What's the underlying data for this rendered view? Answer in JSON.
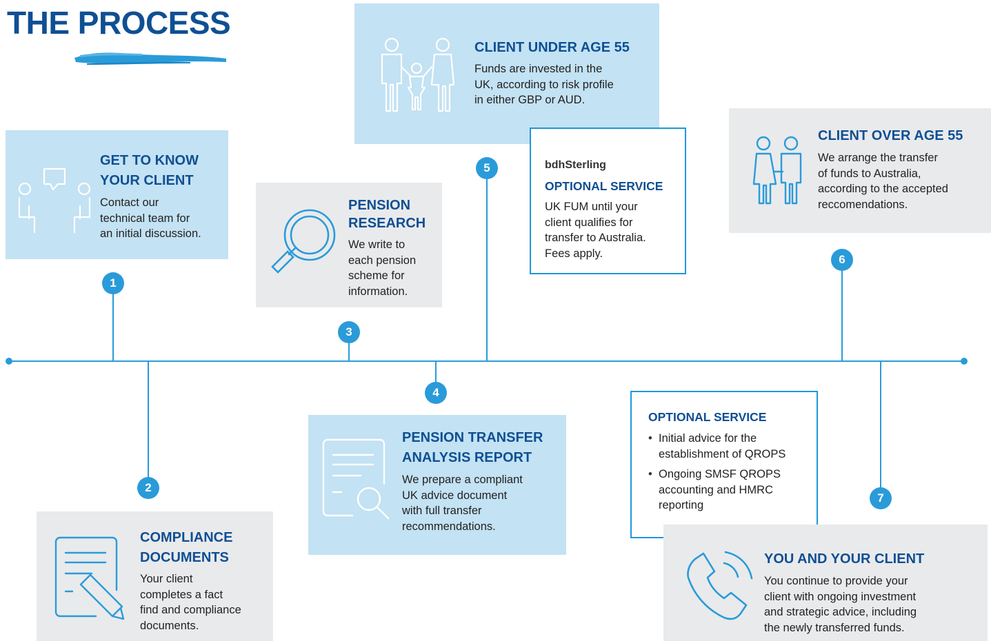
{
  "title": "THE PROCESS",
  "colors": {
    "accent": "#2a9bd9",
    "heading": "#0f4f93",
    "light_blue": "#c3e2f3",
    "grey": "#e9eaec"
  },
  "steps": [
    {
      "number": "1",
      "heading": "GET TO KNOW\nYOUR CLIENT",
      "text": "Contact our\ntechnical team for\nan initial discussion.",
      "icon": "conversation-icon"
    },
    {
      "number": "2",
      "heading": "COMPLIANCE\nDOCUMENTS",
      "text": "Your client\ncompletes a fact\nfind and compliance\ndocuments.",
      "icon": "document-pencil-icon"
    },
    {
      "number": "3",
      "heading": "PENSION\nRESEARCH",
      "text": "We write to\neach pension\nscheme for\ninformation.",
      "icon": "magnifier-icon"
    },
    {
      "number": "4",
      "heading": "PENSION TRANSFER\nANALYSIS REPORT",
      "text": "We prepare a compliant\nUK advice document\nwith full transfer\nrecommendations.",
      "icon": "document-search-icon"
    },
    {
      "number": "5",
      "heading": "CLIENT UNDER AGE 55",
      "text": "Funds are invested in the\nUK, according to risk profile\nin either GBP or AUD.",
      "icon": "family-icon"
    },
    {
      "number": "6",
      "heading": "CLIENT OVER AGE 55",
      "text": "We arrange the transfer\nof funds to Australia,\naccording to the accepted\nreccomendations.",
      "icon": "couple-icon"
    },
    {
      "number": "7",
      "heading": "YOU AND YOUR CLIENT",
      "text": "You continue to provide your\nclient with ongoing investment\nand strategic advice, including\nthe newly transferred funds.",
      "icon": "phone-icon"
    }
  ],
  "optional_service_1": {
    "brand": "bdhSterling",
    "heading": "OPTIONAL SERVICE",
    "text": "UK FUM until your\nclient qualifies for\ntransfer to Australia.\nFees apply."
  },
  "optional_service_2": {
    "heading": "OPTIONAL SERVICE",
    "items": [
      "Initial advice for the\nestablishment of QROPS",
      "Ongoing SMSF QROPS\naccounting and HMRC\nreporting"
    ]
  }
}
